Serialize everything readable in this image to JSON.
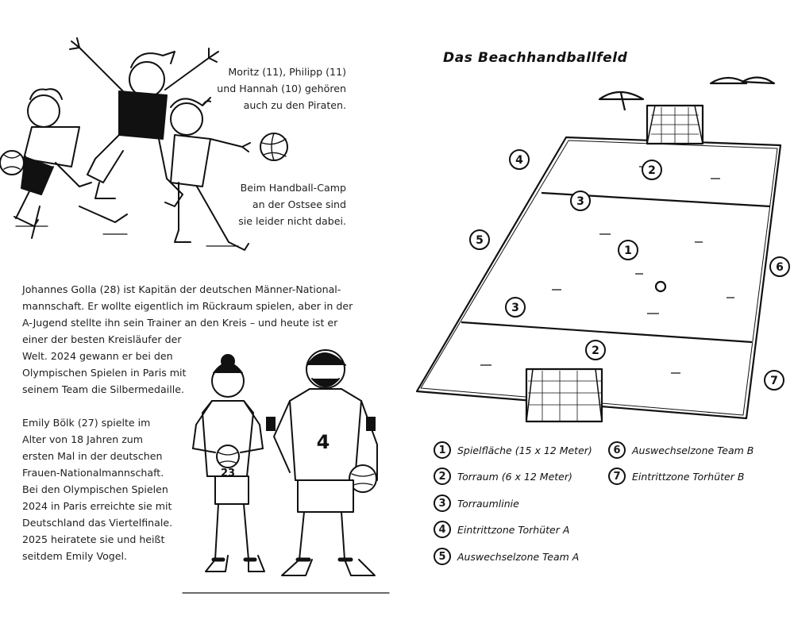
{
  "left_page": {
    "caption_pirates": [
      "Moritz (11), Philipp (11)",
      "und Hannah (10) gehören",
      "auch zu den Piraten."
    ],
    "caption_camp": [
      "Beim Handball-Camp",
      "an der Ostsee sind",
      "sie leider nicht dabei."
    ],
    "golla_bio": [
      "Johannes Golla (28) ist Kapitän der deutschen Männer-National-",
      "mannschaft. Er wollte eigentlich im Rückraum spielen, aber in der",
      "A-Jugend stellte ihn sein Trainer an den Kreis – und heute ist er",
      "einer der besten Kreisläufer der",
      "Welt. 2024 gewann er bei den",
      "Olympischen Spielen in Paris mit",
      "seinem Team die Silbermedaille."
    ],
    "boelk_bio": [
      "Emily Bölk (27) spielte im",
      "Alter von 18 Jahren zum",
      "ersten Mal in der deutschen",
      "Frauen-Nationalmannschaft.",
      "Bei den Olympischen Spielen",
      "2024 in Paris erreichte sie mit",
      "Deutschland das Viertelfinale.",
      "2025 heiratete sie und heißt",
      "seitdem Emily Vogel."
    ],
    "jersey_numbers": {
      "player_right": "4",
      "player_left": "23"
    },
    "illustration_icons": [
      "kids-playing-handball-illustration",
      "handball-icon",
      "players-illustration"
    ]
  },
  "right_page": {
    "title": "Das Beachhandballfeld",
    "field_markers": [
      "1",
      "2",
      "2",
      "3",
      "3",
      "4",
      "5",
      "6",
      "7"
    ],
    "legend": [
      {
        "num": "1",
        "label": "Spielfläche (15 x 12 Meter)"
      },
      {
        "num": "2",
        "label": "Torraum (6 x 12 Meter)"
      },
      {
        "num": "3",
        "label": "Torraumlinie"
      },
      {
        "num": "4",
        "label": "Eintrittzone Torhüter A"
      },
      {
        "num": "5",
        "label": "Auswechselzone Team A"
      },
      {
        "num": "6",
        "label": "Auswechselzone Team B"
      },
      {
        "num": "7",
        "label": "Eintrittzone Torhüter B"
      }
    ]
  },
  "colors": {
    "ink": "#111111",
    "paper": "#ffffff"
  }
}
